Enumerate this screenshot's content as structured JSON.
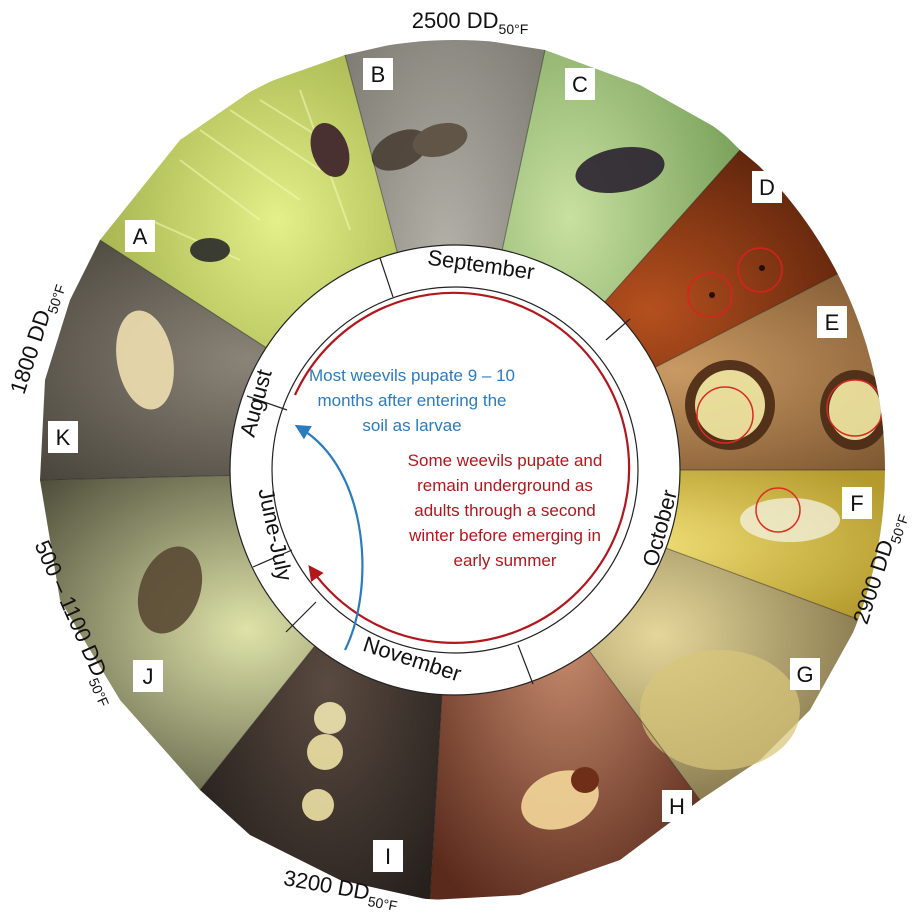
{
  "degree_days": {
    "top": {
      "base": "2500 DD",
      "sub": "50°F"
    },
    "left": {
      "base": "1800 DD",
      "sub": "50°F"
    },
    "right": {
      "base": "2900 DD",
      "sub": "50°F"
    },
    "lower_left": {
      "base": "500 – 1100 DD",
      "sub": "50°F"
    },
    "bottom": {
      "base": "3200 DD",
      "sub": "50°F"
    }
  },
  "months": {
    "september": "September",
    "october": "October",
    "november": "November",
    "june_july": "June-July",
    "august": "August"
  },
  "panels": [
    "A",
    "B",
    "C",
    "D",
    "E",
    "F",
    "G",
    "H",
    "I",
    "J",
    "K"
  ],
  "notes": {
    "blue": [
      "Most weevils pupate 9 – 10",
      "months after entering the",
      "soil as larvae"
    ],
    "red": [
      "Some weevils pupate and",
      "remain underground as",
      "adults through a second",
      "winter before emerging in",
      "early summer"
    ]
  },
  "colors": {
    "blue_arrow": "#2b7bbf",
    "red_arrow": "#b3161c",
    "ring": "#ffffff"
  }
}
